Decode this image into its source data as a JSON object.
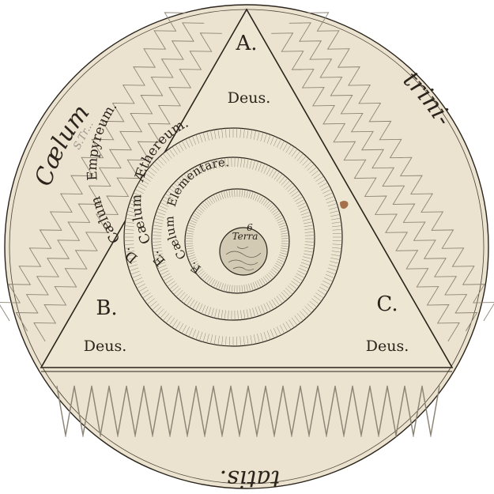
{
  "diagram": {
    "colors": {
      "paper": "#ebe3cf",
      "paper_edge": "#d9cfb6",
      "ink": "#2a241c",
      "hatch": "#8d8576",
      "stain": "#9a5a34",
      "pencil": "#9b968e"
    },
    "outer_words": {
      "left": "Cælum",
      "right": "trini-",
      "bottom": "tatis."
    },
    "vertices": {
      "top": "A.",
      "left": "B.",
      "right": "C."
    },
    "deus_labels": {
      "top": "Deus.",
      "left": "Deus.",
      "right": "Deus."
    },
    "rings": {
      "outer_letter": "D.",
      "outer_name": "Cælum",
      "outer_title": "Empyreum.",
      "middle_letter": "E.",
      "middle_name": "Cælum",
      "middle_title": "Æthereum.",
      "inner_letter": "F.",
      "inner_name": "Cælum",
      "inner_title": "Elementare."
    },
    "center": {
      "mark": "6",
      "label": "Terra"
    },
    "pencil_note": "S.Tr..."
  }
}
